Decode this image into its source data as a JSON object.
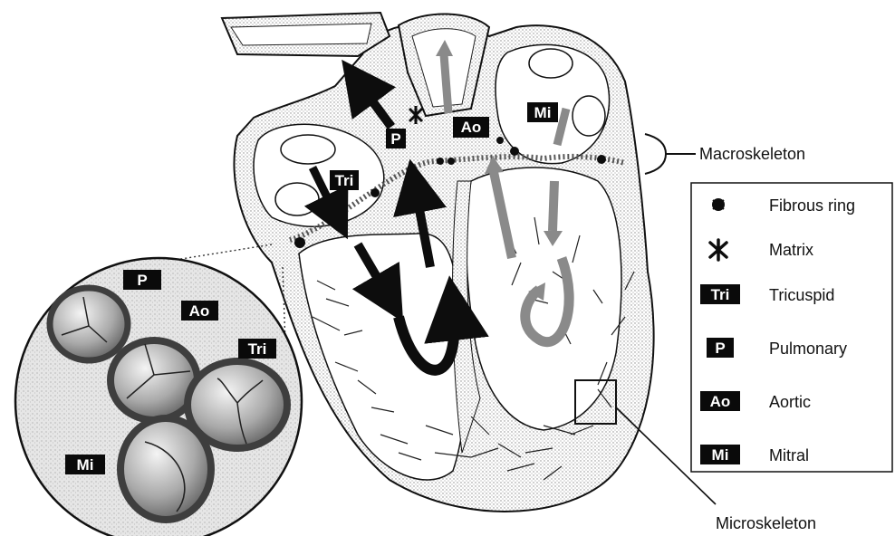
{
  "colors": {
    "ink": "#111111",
    "tag_bg": "#0a0a0a",
    "tag_fg": "#ffffff",
    "stipple": "#c8c8c8",
    "arrow_dark": "#0d0d0d",
    "arrow_gray": "#8a8a8a",
    "valve_ring": "#4a4a4a"
  },
  "valve_tags": {
    "tricuspid": "Tri",
    "pulmonary": "P",
    "aortic": "Ao",
    "mitral": "Mi"
  },
  "inset_tags": {
    "pulmonary": "P",
    "aortic": "Ao",
    "tricuspid": "Tri",
    "mitral": "Mi"
  },
  "labels": {
    "macroskeleton": "Macroskeleton",
    "microskeleton": "Microskeleton"
  },
  "legend": {
    "items": [
      {
        "icon": "fibrous-ring-icon",
        "text": "Fibrous ring"
      },
      {
        "icon": "matrix-icon",
        "text": "Matrix"
      },
      {
        "tag": "Tri",
        "text": "Tricuspid"
      },
      {
        "tag": "P",
        "text": "Pulmonary"
      },
      {
        "tag": "Ao",
        "text": "Aortic"
      },
      {
        "tag": "Mi",
        "text": "Mitral"
      }
    ]
  }
}
